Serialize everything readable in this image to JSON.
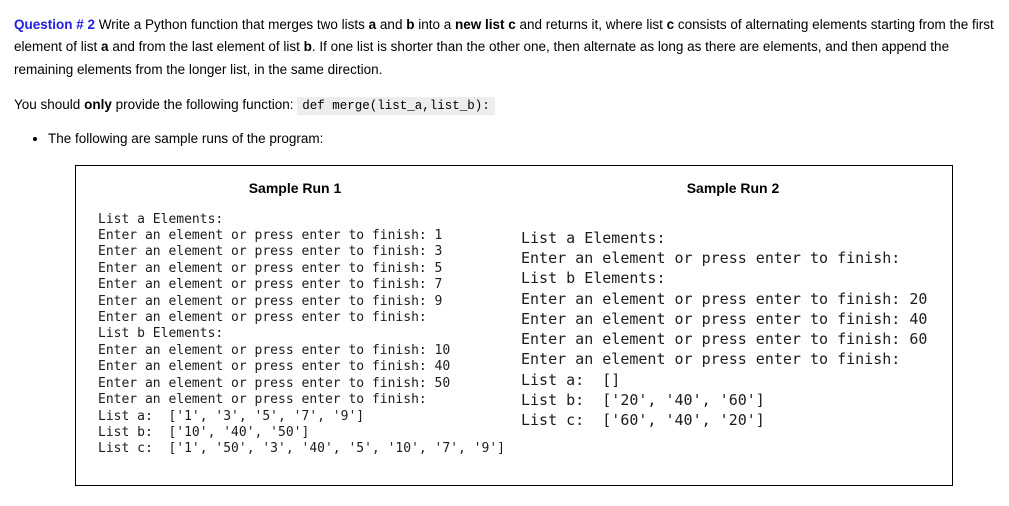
{
  "question": {
    "intro": {
      "q_label": "Question # 2",
      "s1": " Write a Python function that merges two lists ",
      "b1": "a",
      "s2": " and ",
      "b2": "b",
      "s3": " into a ",
      "b3": "new list c",
      "s4": " and returns it, where list ",
      "b4": "c",
      "s5": " consists of alternating elements starting from the first element of list ",
      "b5": "a",
      "s6": " and from the last element of list ",
      "b6": "b",
      "s7": ". If one list is shorter than the other one, then alternate as long as there are elements, and then append the remaining elements from the longer list, in the same direction."
    },
    "provide": {
      "s1": "You should ",
      "b1": "only",
      "s2": " provide the following function: ",
      "code": "def merge(list_a,list_b):"
    },
    "bullet": "The following are sample runs of the program:"
  },
  "sample_box": {
    "run1": {
      "title": "Sample Run 1",
      "lines": [
        "List a Elements:",
        "Enter an element or press enter to finish: 1",
        "Enter an element or press enter to finish: 3",
        "Enter an element or press enter to finish: 5",
        "Enter an element or press enter to finish: 7",
        "Enter an element or press enter to finish: 9",
        "Enter an element or press enter to finish:",
        "List b Elements:",
        "Enter an element or press enter to finish: 10",
        "Enter an element or press enter to finish: 40",
        "Enter an element or press enter to finish: 50",
        "Enter an element or press enter to finish:",
        "List a:  ['1', '3', '5', '7', '9']",
        "List b:  ['10', '40', '50']",
        "List c:  ['1', '50', '3', '40', '5', '10', '7', '9']"
      ]
    },
    "run2": {
      "title": "Sample Run 2",
      "lines": [
        "List a Elements:",
        "Enter an element or press enter to finish:",
        "List b Elements:",
        "Enter an element or press enter to finish: 20",
        "Enter an element or press enter to finish: 40",
        "Enter an element or press enter to finish: 60",
        "Enter an element or press enter to finish:",
        "List a:  []",
        "List b:  ['20', '40', '60']",
        "List c:  ['60', '40', '20']"
      ]
    }
  },
  "colors": {
    "question_label_blue": "#2020dd",
    "body_text": "#000000",
    "console_text": "#1c1c1c",
    "code_background": "#ededed",
    "box_border": "#000000",
    "page_background": "#ffffff"
  }
}
